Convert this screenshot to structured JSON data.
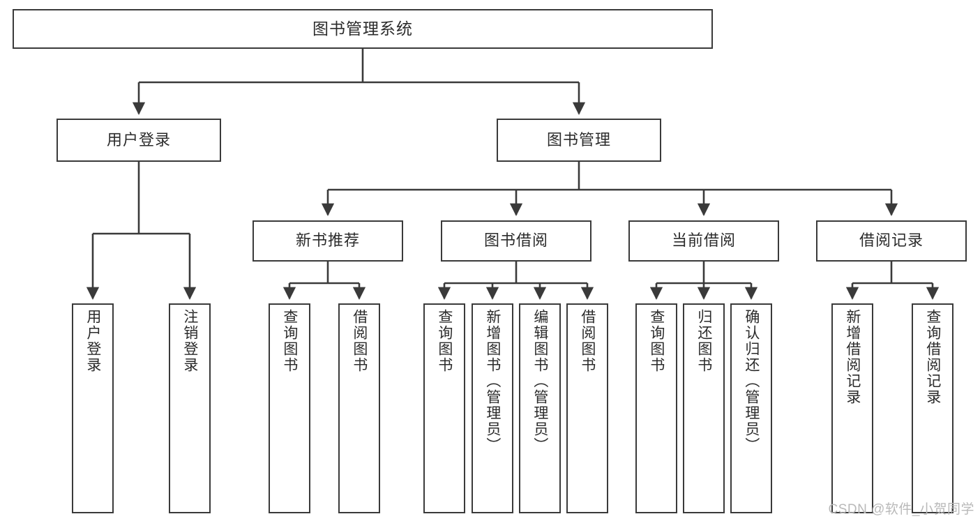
{
  "diagram": {
    "title": "图书管理系统",
    "type": "hierarchy-tree",
    "watermark": "CSDN @软件_小贺同学",
    "colors": {
      "stroke": "#3a3a3a",
      "fill": "#ffffff",
      "text": "#2b2b2b",
      "watermark": "#b9b9b9"
    },
    "nodes": {
      "root": {
        "label": "图书管理系统"
      },
      "level2": [
        {
          "id": "user-login",
          "label": "用户登录"
        },
        {
          "id": "book-manage",
          "label": "图书管理"
        }
      ],
      "level3": [
        {
          "id": "new-book-recommend",
          "label": "新书推荐"
        },
        {
          "id": "book-borrow",
          "label": "图书借阅"
        },
        {
          "id": "current-borrow",
          "label": "当前借阅"
        },
        {
          "id": "borrow-record",
          "label": "借阅记录"
        }
      ],
      "leaves": [
        {
          "id": "leaf-user-login",
          "label": "用户登录"
        },
        {
          "id": "leaf-logout-login",
          "label": "注销登录"
        },
        {
          "id": "leaf-query-book-1",
          "label": "查询图书"
        },
        {
          "id": "leaf-borrow-book-1",
          "label": "借阅图书"
        },
        {
          "id": "leaf-query-book-2",
          "label": "查询图书"
        },
        {
          "id": "leaf-add-book-admin",
          "label": "新增图书（管理员）"
        },
        {
          "id": "leaf-edit-book-admin",
          "label": "编辑图书（管理员）"
        },
        {
          "id": "leaf-borrow-book-2",
          "label": "借阅图书"
        },
        {
          "id": "leaf-query-book-3",
          "label": "查询图书"
        },
        {
          "id": "leaf-return-book",
          "label": "归还图书"
        },
        {
          "id": "leaf-confirm-return-admin",
          "label": "确认归还（管理员）"
        },
        {
          "id": "leaf-add-borrow-record",
          "label": "新增借阅记录"
        },
        {
          "id": "leaf-query-borrow-record",
          "label": "查询借阅记录"
        }
      ]
    }
  }
}
